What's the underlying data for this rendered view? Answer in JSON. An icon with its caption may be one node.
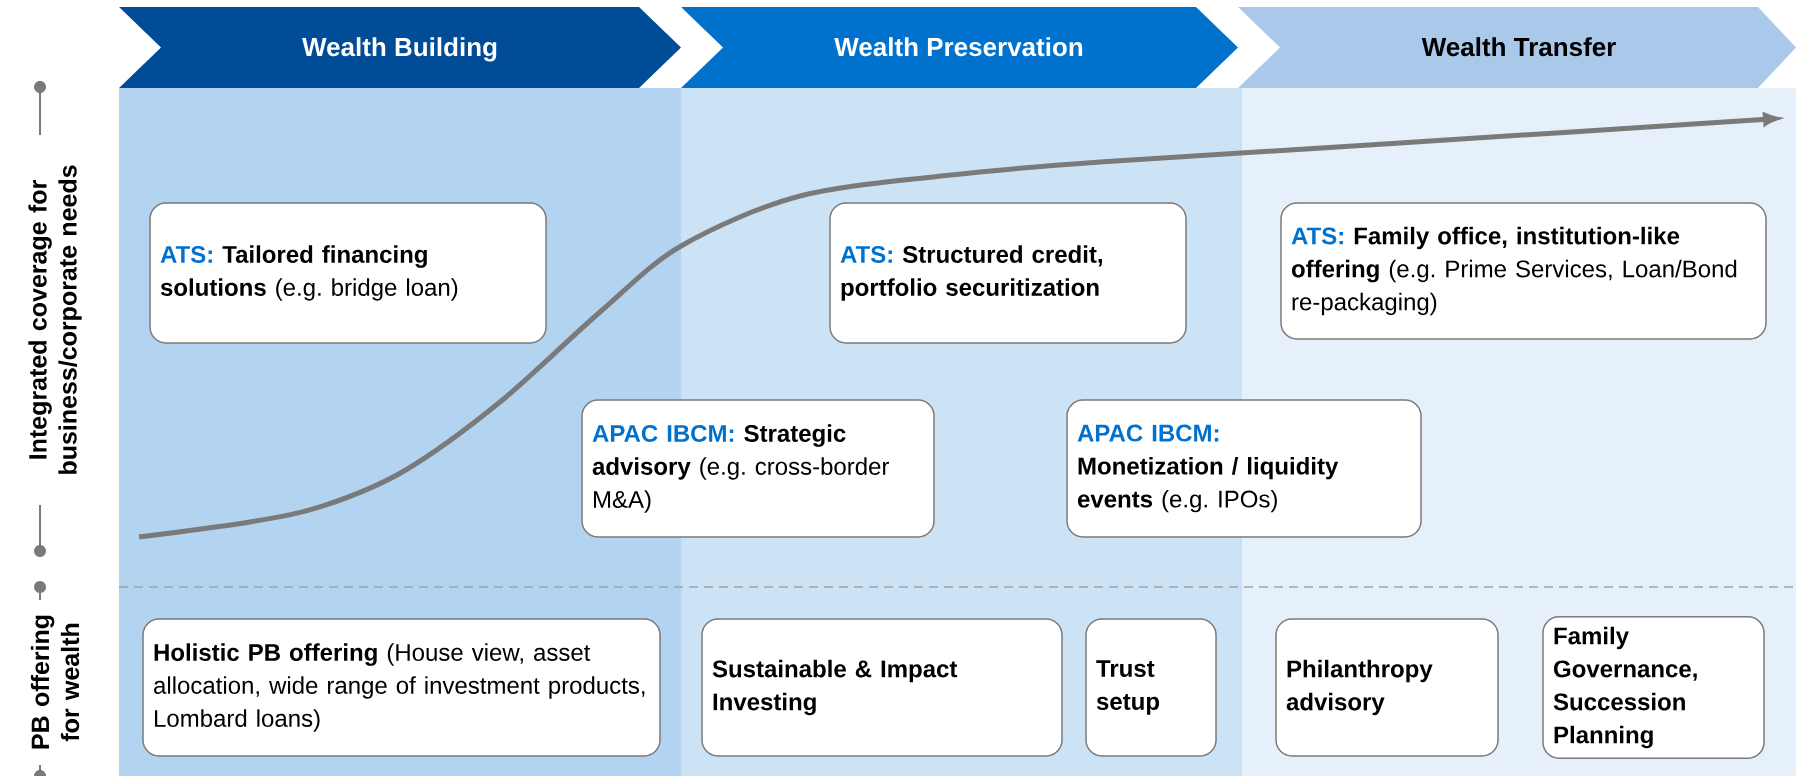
{
  "diagram": {
    "nodes": [
      {
        "text": [
          "Wealth Building"
        ]
      },
      {
        "text": [
          "Wealth Preservation"
        ]
      },
      {
        "text": [
          "Wealth Transfer"
        ]
      },
      {
        "text": [
          "ATS:",
          "**Tailored financing solutions** (e.g. bridge loan)"
        ]
      },
      {
        "text": [
          "ATS:",
          "Structured credit, portfolio securitization"
        ]
      },
      {
        "text": [
          "ATS:",
          "**Family office, institution-like offering** (e.g. Prime Services, Loan/Bond re-packaging)"
        ]
      },
      {
        "text": [
          "APAC IBCM:",
          "**Strategic advisory** (e.g. cross-border M&A)"
        ]
      },
      {
        "text": [
          "APAC IBCM:",
          "**Monetization / liquidity events** (e.g. IPOs)"
        ]
      },
      {
        "text": [
          "**Holistic PB offering** (House view, asset allocation, wide range of investment products, Lombard loans)"
        ]
      },
      {
        "text": [
          "Sustainable & Impact Investing"
        ]
      },
      {
        "text": [
          "Trust setup"
        ]
      },
      {
        "text": [
          "Philanthropy advisory"
        ]
      },
      {
        "text": [
          "Family Governance, Succession Planning"
        ]
      }
    ],
    "labels": [
      "Integrated coverage for business/corporate needs",
      "PB offering for wealth"
    ]
  }
}
